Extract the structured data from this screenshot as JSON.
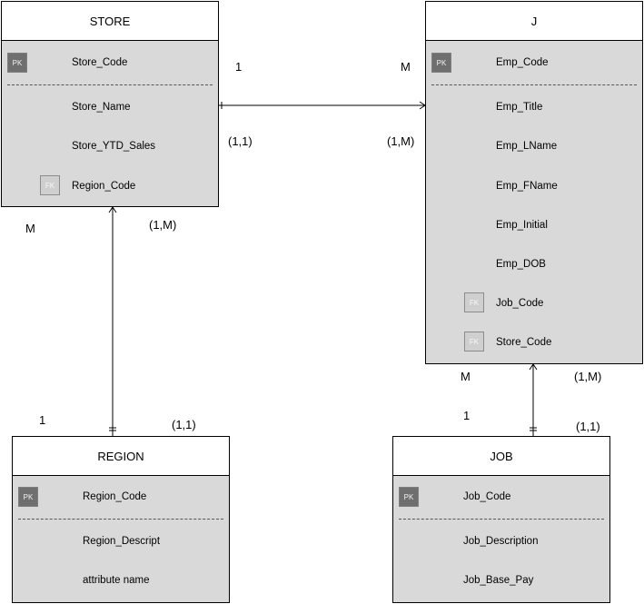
{
  "entities": {
    "store": {
      "name": "STORE",
      "pk": {
        "badge": "PK",
        "name": "Store_Code"
      },
      "attributes": [
        "Store_Name",
        "Store_YTD_Sales"
      ],
      "fk": {
        "badge": "FK",
        "name": "Region_Code"
      }
    },
    "j": {
      "name": "J",
      "pk": {
        "badge": "PK",
        "name": "Emp_Code"
      },
      "attributes": [
        "Emp_Title",
        "Emp_LName",
        "Emp_FName",
        "Emp_Initial",
        "Emp_DOB"
      ],
      "fks": [
        {
          "badge": "FK",
          "name": "Job_Code"
        },
        {
          "badge": "FK",
          "name": "Store_Code"
        }
      ]
    },
    "region": {
      "name": "REGION",
      "pk": {
        "badge": "PK",
        "name": "Region_Code"
      },
      "attributes": [
        "Region_Descript",
        "attribute name"
      ]
    },
    "job": {
      "name": "JOB",
      "pk": {
        "badge": "PK",
        "name": "Job_Code"
      },
      "attributes": [
        "Job_Description",
        "Job_Base_Pay"
      ]
    }
  },
  "relationships": {
    "store_j": {
      "store_side": "1",
      "store_minmax": "(1,1)",
      "j_side": "M",
      "j_minmax": "(1,M)"
    },
    "store_region": {
      "store_side": "M",
      "store_minmax": "(1,M)",
      "region_side": "1",
      "region_minmax": "(1,1)"
    },
    "j_job": {
      "j_side": "M",
      "j_minmax": "(1,M)",
      "job_side": "1",
      "job_minmax": "(1,1)"
    }
  },
  "colors": {
    "entity_fill": "#d9d9d9",
    "header_fill": "#ffffff",
    "pk_badge": "#6f6f6f",
    "fk_badge": "#cfcfcf",
    "line": "#000000"
  }
}
